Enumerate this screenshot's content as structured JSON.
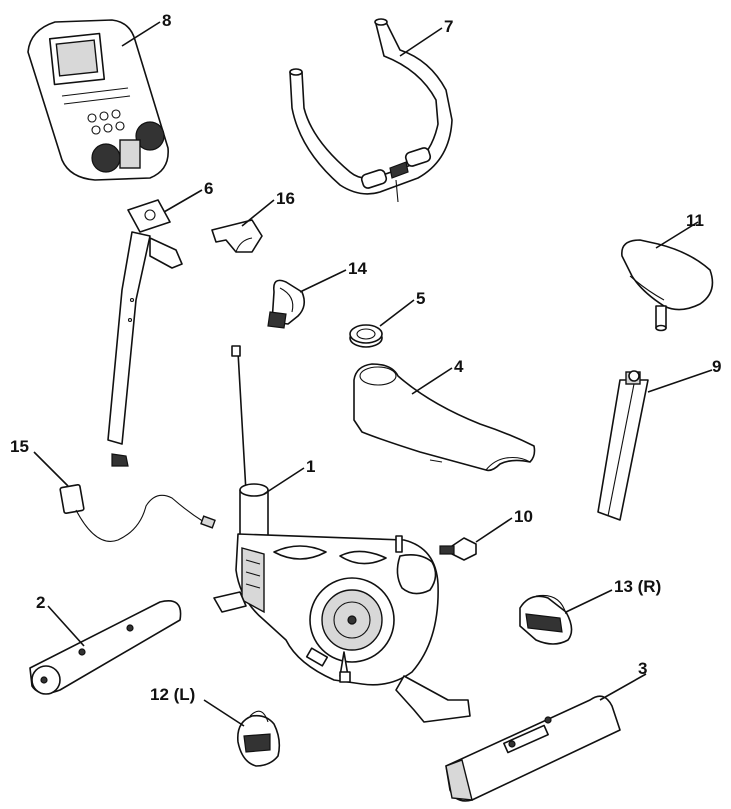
{
  "labels": {
    "p1": "1",
    "p2": "2",
    "p3": "3",
    "p4": "4",
    "p5": "5",
    "p6": "6",
    "p7": "7",
    "p8": "8",
    "p9": "9",
    "p10": "10",
    "p11": "11",
    "p12": "12 (L)",
    "p13": "13 (R)",
    "p14": "14",
    "p15": "15",
    "p16": "16"
  },
  "colors": {
    "line": "#111111",
    "background": "#ffffff",
    "shading": "#d8d8d8"
  }
}
